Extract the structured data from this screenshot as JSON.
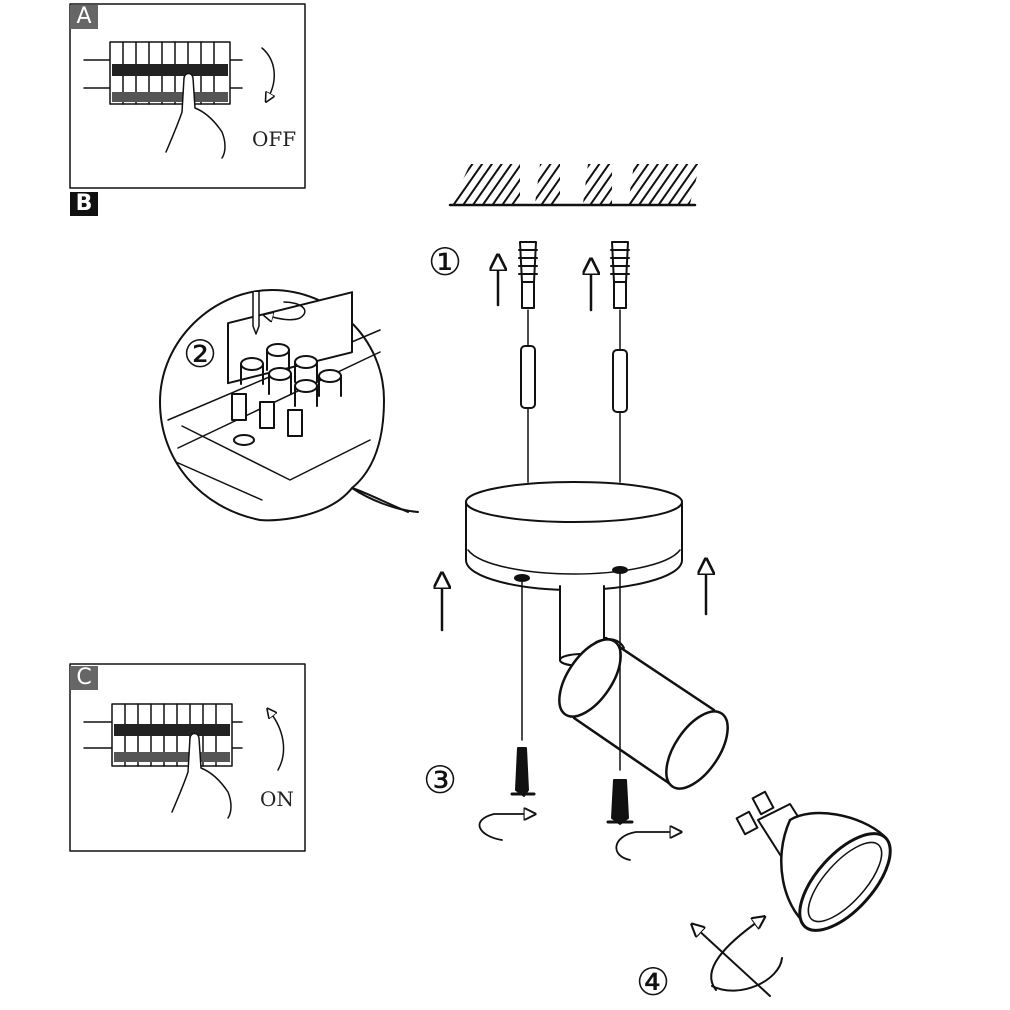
{
  "panels": {
    "a": {
      "tag": "A",
      "state": "OFF"
    },
    "b": {
      "tag": "B"
    },
    "c": {
      "tag": "C",
      "state": "ON"
    }
  },
  "steps": [
    "①",
    "②",
    "③",
    "④"
  ],
  "colors": {
    "ink": "#111111",
    "paper": "#ffffff"
  }
}
